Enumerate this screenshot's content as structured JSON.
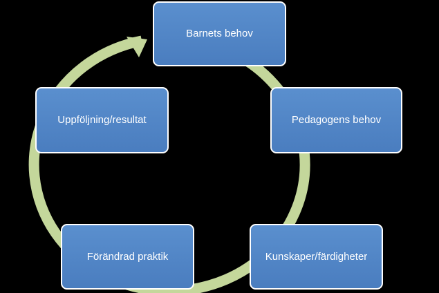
{
  "colors": {
    "background": "#000000",
    "node_fill": "#4f81bd",
    "node_border": "#ffffff",
    "node_text": "#ffffff",
    "cycle_arrow": "#c4d79b"
  },
  "diagram": {
    "type": "cycle",
    "nodes": [
      {
        "label": "Barnets behov"
      },
      {
        "label": "Pedagogens behov"
      },
      {
        "label": "Kunskaper/färdigheter"
      },
      {
        "label": "Förändrad praktik"
      },
      {
        "label": "Uppföljning/resultat"
      }
    ]
  }
}
